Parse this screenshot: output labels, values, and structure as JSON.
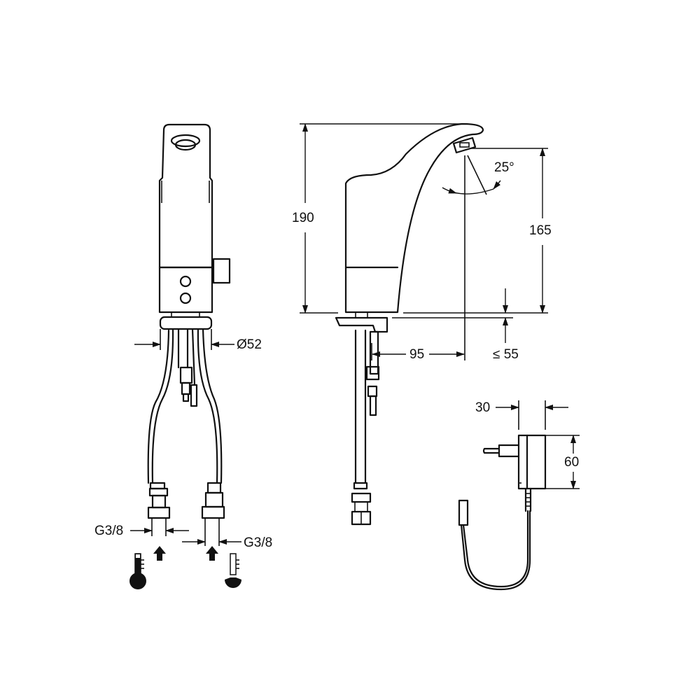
{
  "drawing": {
    "title": "Sensor basin tap dimension drawing",
    "views": [
      "front-view",
      "side-view",
      "power-adapter"
    ],
    "colors": {
      "line": "#111111",
      "background": "#ffffff"
    }
  },
  "dimensions": {
    "base_diameter": "Ø52",
    "total_height": "190",
    "outlet_height": "165",
    "spout_projection": "95",
    "max_deck_thickness": "≤ 55",
    "sensor_angle": "25°",
    "inlet_left": "G3/8",
    "inlet_right": "G3/8",
    "adapter_depth": "30",
    "adapter_height": "60"
  },
  "icons": {
    "hot_supply": "thermometer-hot-icon",
    "cold_supply": "thermometer-cold-icon",
    "flow_direction": "arrow-up-icon"
  }
}
